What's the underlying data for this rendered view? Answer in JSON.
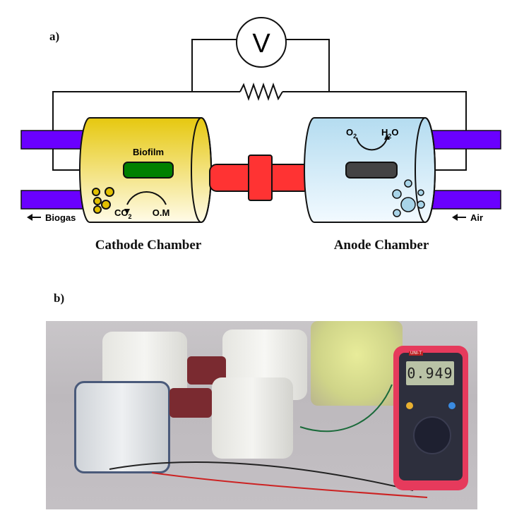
{
  "panel_a": {
    "label": "a)",
    "voltmeter_symbol": "V",
    "biofilm_label": "Biofilm",
    "co2_label": "CO",
    "co2_sub": "2",
    "om_label": "O.M",
    "o2_label": "O",
    "o2_sub": "2",
    "h2o_label_h": "H",
    "h2o_sub": "2",
    "h2o_label_o": "O",
    "biogas_label": "Biogas",
    "air_label": "Air",
    "cathode_caption": "Cathode Chamber",
    "anode_caption": "Anode Chamber",
    "colors": {
      "cathode": "#e8cc2a",
      "anode": "#bfe0f0",
      "tube": "#6a00ff",
      "connector": "#ff3333",
      "biofilm": "#008000",
      "electrode": "#444444"
    }
  },
  "panel_b": {
    "label": "b)",
    "multimeter_brand": "UNI-T",
    "multimeter_reading": "0.949"
  }
}
